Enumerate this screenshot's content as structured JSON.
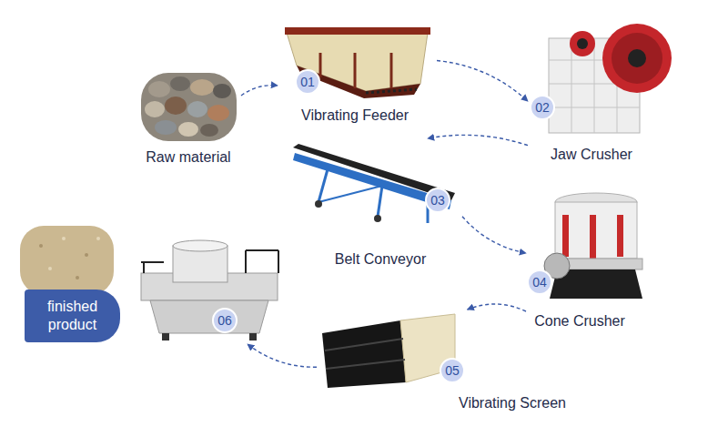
{
  "diagram": {
    "nodes": [
      {
        "text": [
          "Raw material"
        ]
      },
      {
        "text": [
          "01",
          "Vibrating Feeder"
        ]
      },
      {
        "text": [
          "02",
          "Jaw Crusher"
        ]
      },
      {
        "text": [
          "03",
          "Belt Conveyor"
        ]
      },
      {
        "text": [
          "04",
          "Cone Crusher"
        ]
      },
      {
        "text": [
          "05",
          "Vibrating Screen"
        ]
      },
      {
        "text": [
          "06"
        ]
      },
      {
        "text": [
          "finished product"
        ]
      }
    ],
    "edges": [
      {
        "from": 0,
        "to": 1,
        "arrow": "to"
      },
      {
        "from": 1,
        "to": 2,
        "arrow": "to"
      },
      {
        "from": 2,
        "to": 3,
        "arrow": "to"
      },
      {
        "from": 3,
        "to": 4,
        "arrow": "to"
      },
      {
        "from": 4,
        "to": 5,
        "arrow": "to"
      },
      {
        "from": 5,
        "to": 6,
        "arrow": "to"
      }
    ]
  }
}
